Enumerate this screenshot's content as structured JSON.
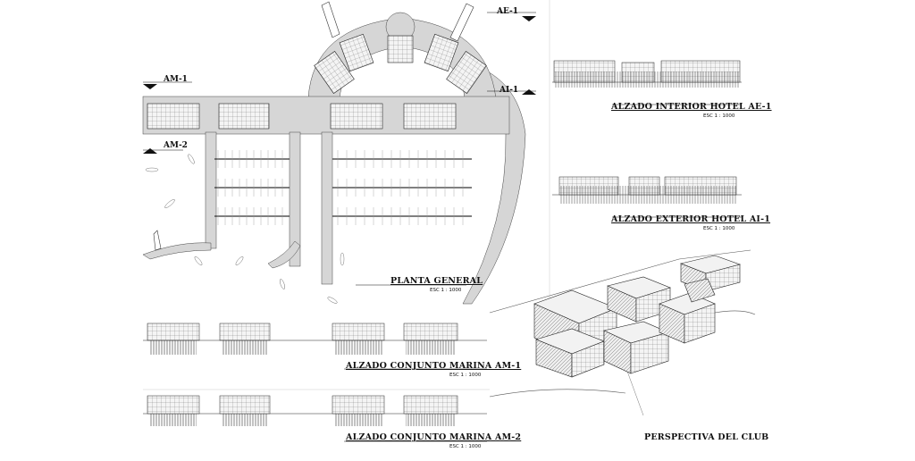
{
  "sheet": {
    "plan_title": "PLANTA GENERAL",
    "plan_scale": "ESC 1 : 1000",
    "section_am1": "AM-1",
    "section_am2": "AM-2",
    "section_ae1": "AE-1",
    "section_ai1": "AI-1",
    "elev_interior_title": "ALZADO INTERIOR HOTEL AE-1",
    "elev_interior_scale": "ESC 1 : 1000",
    "elev_exterior_title": "ALZADO EXTERIOR HOTEL AI-1",
    "elev_exterior_scale": "ESC 1 : 1000",
    "marina_am1_title": "ALZADO CONJUNTO MARINA AM-1",
    "marina_am1_scale": "ESC 1 : 1000",
    "marina_am2_title": "ALZADO CONJUNTO MARINA AM-2",
    "marina_am2_scale": "ESC 1 : 1000",
    "perspective_title": "PERSPECTIVA DEL CLUB"
  },
  "colors": {
    "pier": "#d6d6d6",
    "line": "#222222",
    "hatch": "#888888"
  }
}
